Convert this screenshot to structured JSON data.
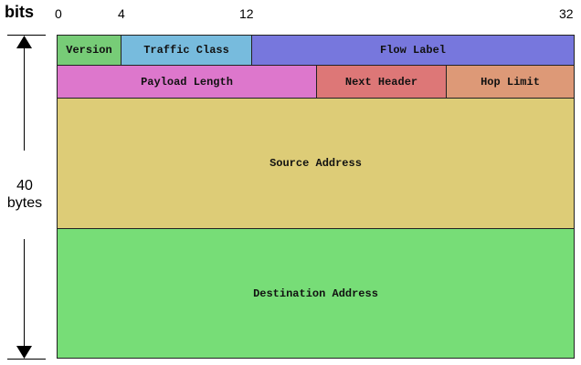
{
  "header": {
    "bits_label": "bits",
    "ticks": [
      "0",
      "4",
      "12",
      "32"
    ]
  },
  "size_label": {
    "line1": "40",
    "line2": "bytes"
  },
  "fields": {
    "version": {
      "label": "Version",
      "color": "#77cc77"
    },
    "traffic_class": {
      "label": "Traffic Class",
      "color": "#77bbdd"
    },
    "flow_label": {
      "label": "Flow Label",
      "color": "#7777dd"
    },
    "payload_length": {
      "label": "Payload Length",
      "color": "#dd77cc"
    },
    "next_header": {
      "label": "Next Header",
      "color": "#dd7777"
    },
    "hop_limit": {
      "label": "Hop Limit",
      "color": "#dd9977"
    },
    "source_address": {
      "label": "Source Address",
      "color": "#ddcc77"
    },
    "destination_address": {
      "label": "Destination Address",
      "color": "#77dd77"
    }
  }
}
